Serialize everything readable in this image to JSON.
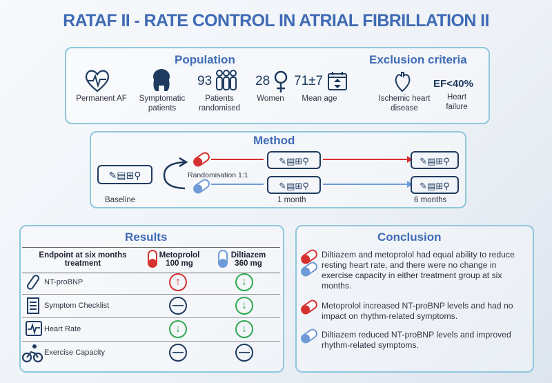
{
  "title": "RATAF II - RATE CONTROL IN ATRIAL FIBRILLATION II",
  "population": {
    "header": "Population",
    "items": [
      {
        "label": "Permanent AF",
        "icon": "heart-ecg-icon"
      },
      {
        "label": "Symptomatic patients",
        "icon": "person-icon"
      },
      {
        "value": "93",
        "label": "Patients randomised",
        "icon": "people-group-icon"
      },
      {
        "value": "28",
        "label": "Women",
        "icon": "female-icon"
      },
      {
        "value": "71±7",
        "label": "Mean age",
        "icon": "calendar-icon"
      }
    ]
  },
  "exclusion": {
    "header": "Exclusion criteria",
    "items": [
      {
        "label": "Ischemic heart disease",
        "icon": "heart-icon"
      },
      {
        "value": "EF<40%",
        "label": "Heart failure"
      }
    ]
  },
  "method": {
    "header": "Method",
    "randomisation": "Randomisation 1:1",
    "timepoints": [
      "Baseline",
      "1 month",
      "6 months"
    ]
  },
  "results": {
    "header": "Results",
    "col_endpoint": "Endpoint at six months treatment",
    "col_metoprolol": "Metoprolol 100 mg",
    "col_diltiazem": "Diltiazem 360 mg",
    "rows": [
      {
        "label": "NT-proBNP",
        "icon": "test-tube-icon",
        "metoprolol": "up",
        "diltiazem": "down"
      },
      {
        "label": "Symptom Checklist",
        "icon": "checklist-icon",
        "metoprolol": "neutral",
        "diltiazem": "down"
      },
      {
        "label": "Heart Rate",
        "icon": "ecg-monitor-icon",
        "metoprolol": "down",
        "diltiazem": "down"
      },
      {
        "label": "Exercise Capacity",
        "icon": "cyclist-icon",
        "metoprolol": "neutral",
        "diltiazem": "neutral"
      }
    ]
  },
  "conclusion": {
    "header": "Conclusion",
    "items": [
      "Diltiazem and metoprolol had equal ability to reduce resting heart rate, and there were no change in exercise capacity in either treatment group at six months.",
      "Metoprolol increased NT-proBNP levels and had no impact on rhythm-related symptoms.",
      "Diltiazem reduced NT-proBNP levels and improved rhythm-related symptoms."
    ]
  },
  "colors": {
    "accent": "#3f6bb5",
    "border": "#8ec7dc",
    "metoprolol": "#d73030",
    "diltiazem": "#6e9ad8",
    "increase": "#d73030",
    "decrease": "#2fa84f",
    "neutral": "#1e3a5f"
  }
}
